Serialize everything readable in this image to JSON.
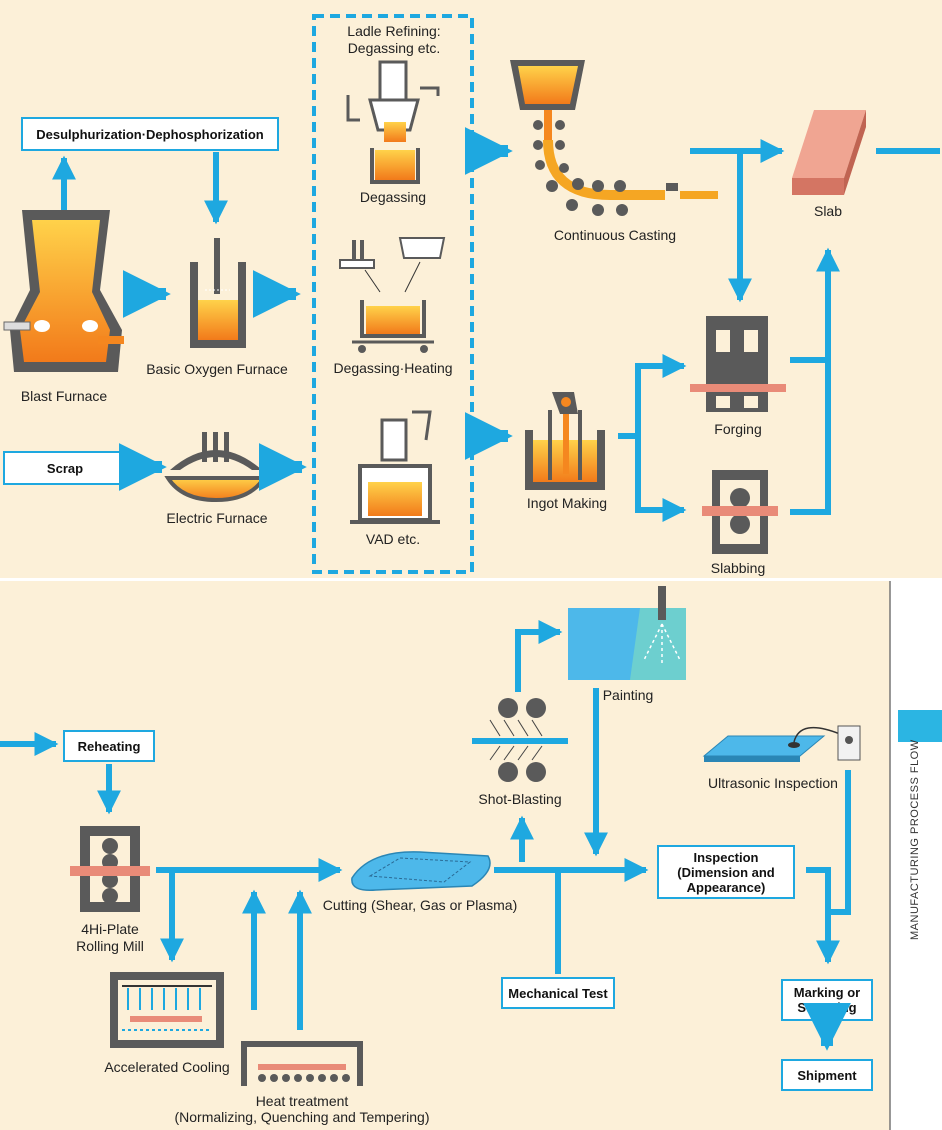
{
  "side_label": "MANUFACTURING PROCESS FLOW",
  "colors": {
    "background": "#fcf0d8",
    "flow_arrow": "#1ea8e0",
    "box_border": "#1ea8e0",
    "molten_steel": "#f5871f",
    "equipment": "#5a5a5a",
    "slab": "#e98b78"
  },
  "steelmaking": {
    "desulph_box": "Desulphurization·Dephosphorization",
    "blast_furnace": "Blast Furnace",
    "basic_oxygen_furnace": "Basic Oxygen Furnace",
    "scrap_box": "Scrap",
    "electric_furnace": "Electric Furnace",
    "ladle_refining_line1": "Ladle Refining:",
    "ladle_refining_line2": "Degassing etc.",
    "degassing": "Degassing",
    "degassing_heating": "Degassing·Heating",
    "vad": "VAD etc.",
    "continuous_casting": "Continuous Casting",
    "ingot_making": "Ingot Making",
    "slab": "Slab",
    "forging": "Forging",
    "slabbing": "Slabbing"
  },
  "rolling": {
    "reheating_box": "Reheating",
    "rolling_mill_line1": "4Hi-Plate",
    "rolling_mill_line2": "Rolling Mill",
    "accelerated_cooling": "Accelerated Cooling",
    "heat_treatment_line1": "Heat treatment",
    "heat_treatment_line2": "(Normalizing, Quenching and Tempering)",
    "cutting": "Cutting (Shear, Gas or Plasma)",
    "shot_blasting": "Shot-Blasting",
    "painting": "Painting",
    "mechanical_test_box": "Mechanical Test",
    "inspection_line1": "Inspection",
    "inspection_line2": "(Dimension and",
    "inspection_line3": "Appearance)",
    "ultrasonic_inspection": "Ultrasonic Inspection",
    "marking_line1": "Marking or",
    "marking_line2": "Stamping",
    "shipment_box": "Shipment"
  }
}
